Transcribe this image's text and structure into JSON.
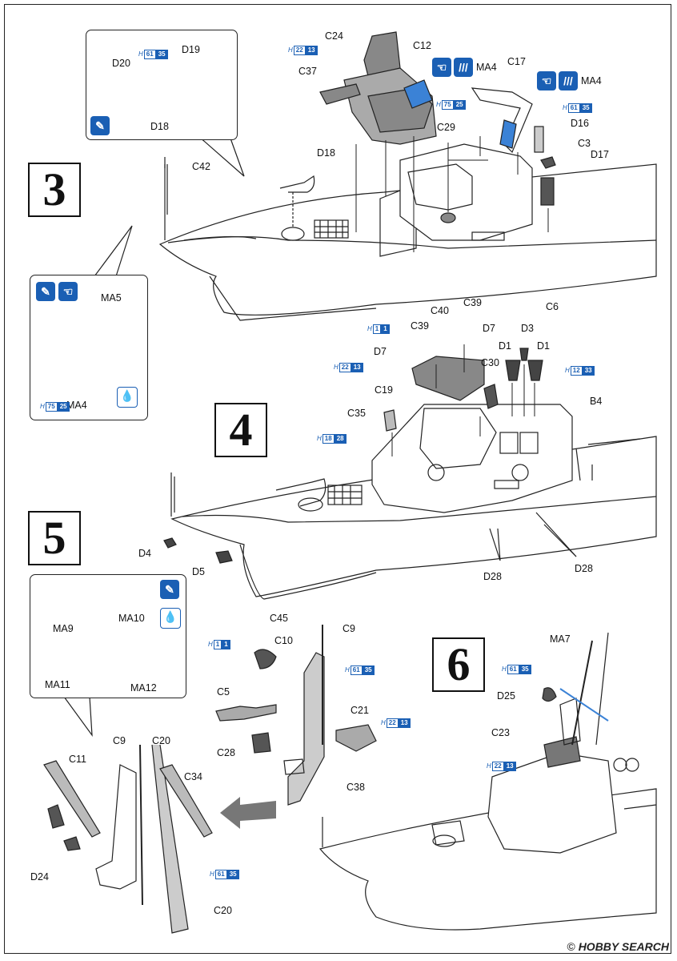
{
  "steps": [
    "3",
    "4",
    "5",
    "6"
  ],
  "part_labels": {
    "C24": "C24",
    "C12": "C12",
    "C37": "C37",
    "MA4_a": "MA4",
    "MA4_b": "MA4",
    "C17": "C17",
    "D16": "D16",
    "C29": "C29",
    "C3": "C3",
    "D17": "D17",
    "D18": "D18",
    "C42": "C42",
    "C6": "C6",
    "D20": "D20",
    "D19": "D19",
    "D18_callout": "D18",
    "MA5": "MA5",
    "MA4_callout": "MA4",
    "C40": "C40",
    "C39_a": "C39",
    "C39_b": "C39",
    "D7_a": "D7",
    "D7_b": "D7",
    "D3": "D3",
    "D1_a": "D1",
    "D1_b": "D1",
    "C19": "C19",
    "C30": "C30",
    "C35": "C35",
    "B4": "B4",
    "D4": "D4",
    "D5": "D5",
    "D28_a": "D28",
    "D28_b": "D28",
    "MA9": "MA9",
    "MA10": "MA10",
    "MA11": "MA11",
    "MA12": "MA12",
    "C45": "C45",
    "C9_a": "C9",
    "C10": "C10",
    "C5": "C5",
    "C21": "C21",
    "C28": "C28",
    "C38": "C38",
    "C11": "C11",
    "C9_b": "C9",
    "C20_a": "C20",
    "C34": "C34",
    "D24": "D24",
    "C20_b": "C20",
    "MA7": "MA7",
    "D25": "D25",
    "C23": "C23"
  },
  "paint_codes": {
    "p1": {
      "prefix": "H",
      "a": "22",
      "b": "13"
    },
    "p2": {
      "prefix": "H",
      "a": "61",
      "b": "35"
    },
    "p3": {
      "prefix": "H",
      "a": "75",
      "b": "25"
    },
    "p4": {
      "prefix": "H",
      "a": "61",
      "b": "35"
    },
    "p5": {
      "prefix": "H",
      "a": "75",
      "b": "25"
    },
    "p6": {
      "prefix": "H",
      "a": "1",
      "b": "1"
    },
    "p7": {
      "prefix": "H",
      "a": "22",
      "b": "13"
    },
    "p8": {
      "prefix": "H",
      "a": "12",
      "b": "33"
    },
    "p9": {
      "prefix": "H",
      "a": "18",
      "b": "28"
    },
    "p10": {
      "prefix": "H",
      "a": "1",
      "b": "1"
    },
    "p11": {
      "prefix": "H",
      "a": "61",
      "b": "35"
    },
    "p12": {
      "prefix": "H",
      "a": "22",
      "b": "13"
    },
    "p13": {
      "prefix": "H",
      "a": "61",
      "b": "35"
    },
    "p14": {
      "prefix": "H",
      "a": "61",
      "b": "35"
    },
    "p15": {
      "prefix": "H",
      "a": "22",
      "b": "13"
    }
  },
  "icons": [
    "paint-brush-icon",
    "decal-icon",
    "glue-drop-icon",
    "assembly-arrow-icon"
  ],
  "colors": {
    "paint_blue": "#1a5fb4",
    "decal_blue": "#3b82d6",
    "part_gray": "#8c8c8c"
  },
  "footer": {
    "logo": "HOBBY SEARCH",
    "symbol": "©"
  }
}
